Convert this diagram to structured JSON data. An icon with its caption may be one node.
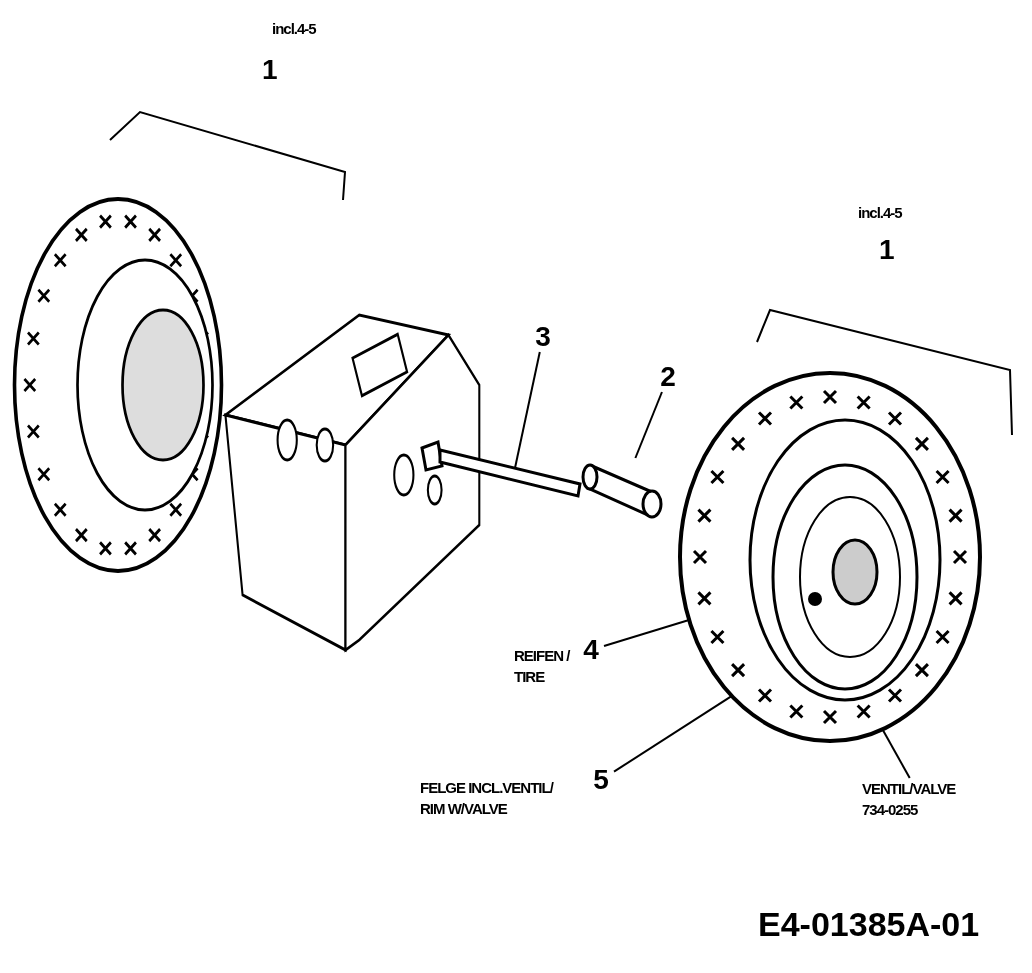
{
  "diagram": {
    "nodes": [
      {
        "text": [],
        "shape": "picture"
      },
      {
        "text": [],
        "shape": "picture"
      },
      {
        "text": [],
        "shape": "bar"
      },
      {
        "text": [],
        "shape": "cylinder"
      },
      {
        "text": [],
        "shape": "picture"
      },
      {
        "text": [],
        "shape": "picture",
        "in": 4
      },
      {
        "text": [],
        "shape": "circle",
        "in": 5
      },
      {
        "text": [
          "3"
        ]
      },
      {
        "text": [
          "2"
        ]
      },
      {
        "text": [
          "4"
        ],
        "beside": [
          "REIFEN / TIRE"
        ]
      },
      {
        "text": [
          "5"
        ],
        "beside": [
          "FELGE INCL.VENTIL/ RIM W/VALVE"
        ]
      },
      {
        "text": [
          "VENTIL/VALVE",
          "734-0255"
        ]
      }
    ],
    "edges": [
      {
        "from": 7,
        "to": 2,
        "arrow": "none"
      },
      {
        "from": 8,
        "to": 3,
        "arrow": "none"
      },
      {
        "from": 9,
        "to": 4,
        "arrow": "none"
      },
      {
        "from": 10,
        "to": 5,
        "arrow": "none"
      },
      {
        "from": 11,
        "to": 6,
        "arrow": "none"
      }
    ],
    "labels": [
      "incl.4-5",
      "1",
      "incl.4-5",
      "1",
      "E4-01385A-01"
    ]
  }
}
